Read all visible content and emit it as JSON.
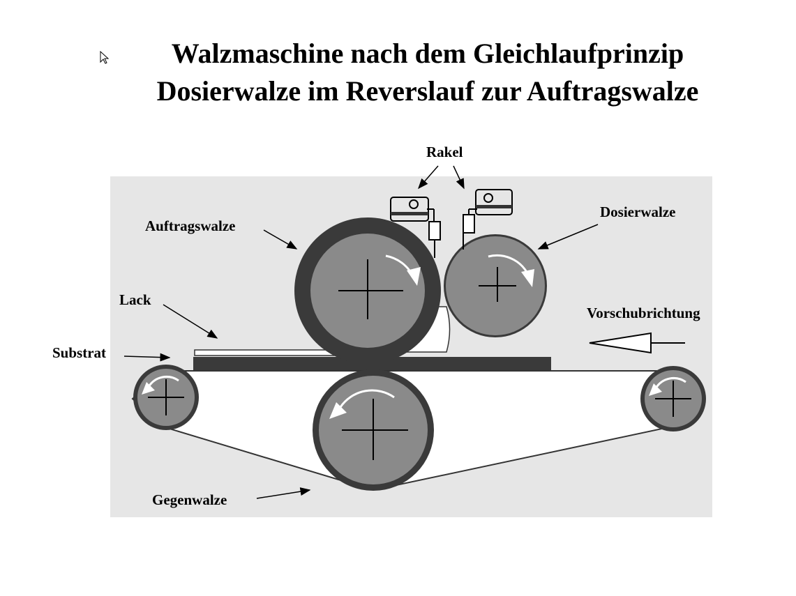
{
  "slide": {
    "title_line1": "Walzmaschine nach dem Gleichlaufprinzip",
    "title_line2": "Dosierwalze im Reverslauf zur Auftragswalze"
  },
  "labels": {
    "rakel": "Rakel",
    "auftragswalze": "Auftragswalze",
    "dosierwalze": "Dosierwalze",
    "lack": "Lack",
    "substrat": "Substrat",
    "vorschubrichtung": "Vorschubrichtung",
    "gegenwalze": "Gegenwalze"
  },
  "colors": {
    "panel": "#e6e6e6",
    "roller_fill": "#8a8a8a",
    "roller_dark": "#3a3a3a",
    "belt": "#ffffff"
  }
}
